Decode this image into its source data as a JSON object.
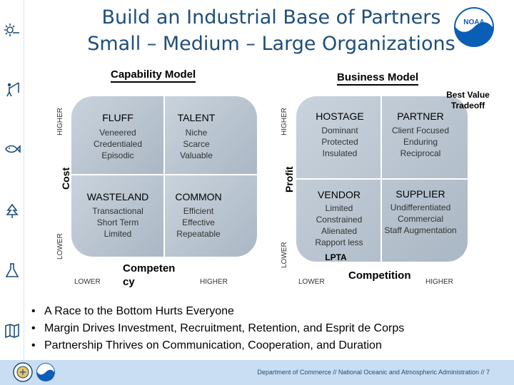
{
  "title": {
    "line1": "Build an Industrial Base of Partners",
    "line2": "Small – Medium – Large Organizations"
  },
  "capability_model": {
    "header": "Capability Model",
    "y_axis_label": "Cost",
    "y_higher": "HIGHER",
    "y_lower": "LOWER",
    "x_axis_label": "Competency",
    "x_lower": "LOWER",
    "x_higher": "HIGHER",
    "quadrants": [
      {
        "name": "FLUFF",
        "desc": [
          "Veneered",
          "Credentialed",
          "Episodic"
        ]
      },
      {
        "name": "TALENT",
        "desc": [
          "Niche",
          "Scarce",
          "Valuable"
        ]
      },
      {
        "name": "WASTELAND",
        "desc": [
          "Transactional",
          "Short Term",
          "Limited"
        ]
      },
      {
        "name": "COMMON",
        "desc": [
          "Efficient",
          "Effective",
          "Repeatable"
        ]
      }
    ]
  },
  "business_model": {
    "header": "Business Model",
    "y_axis_label": "Profit",
    "y_higher": "HIGHER",
    "y_lower": "LOWER",
    "x_axis_label": "Competition",
    "x_lower": "LOWER",
    "x_higher": "HIGHER",
    "callout_best_value": [
      "Best Value",
      "Tradeoff"
    ],
    "callout_lpta": "LPTA",
    "quadrants": [
      {
        "name": "HOSTAGE",
        "desc": [
          "Dominant",
          "Protected",
          "Insulated"
        ]
      },
      {
        "name": "PARTNER",
        "desc": [
          "Client Focused",
          "Enduring",
          "Reciprocal"
        ]
      },
      {
        "name": "VENDOR",
        "desc": [
          "Limited",
          "Constrained",
          "Alienated",
          "Rapport less"
        ]
      },
      {
        "name": "SUPPLIER",
        "desc": [
          "Undifferentiated",
          "Commercial",
          "Staff Augmentation"
        ]
      }
    ]
  },
  "bullets": [
    "A Race to the Bottom Hurts Everyone",
    "Margin Drives Investment, Recruitment, Retention, and Esprit de Corps",
    "Partnership Thrives on Communication, Cooperation, and Duration"
  ],
  "footer": {
    "text": "Department of Commerce // National Oceanic and Atmospheric Administration // 7"
  },
  "icons": [
    "sun-weather-icon",
    "fishing-person-icon",
    "fish-icon",
    "tree-icon",
    "flask-icon",
    "map-icon",
    "noaa-logo",
    "commerce-seal"
  ],
  "colors": {
    "title": "#1f4e79",
    "quadrant_fill": "#b9c5d1",
    "footer_bg": "#c9def2",
    "noaa_blue": "#0b5eb5"
  }
}
